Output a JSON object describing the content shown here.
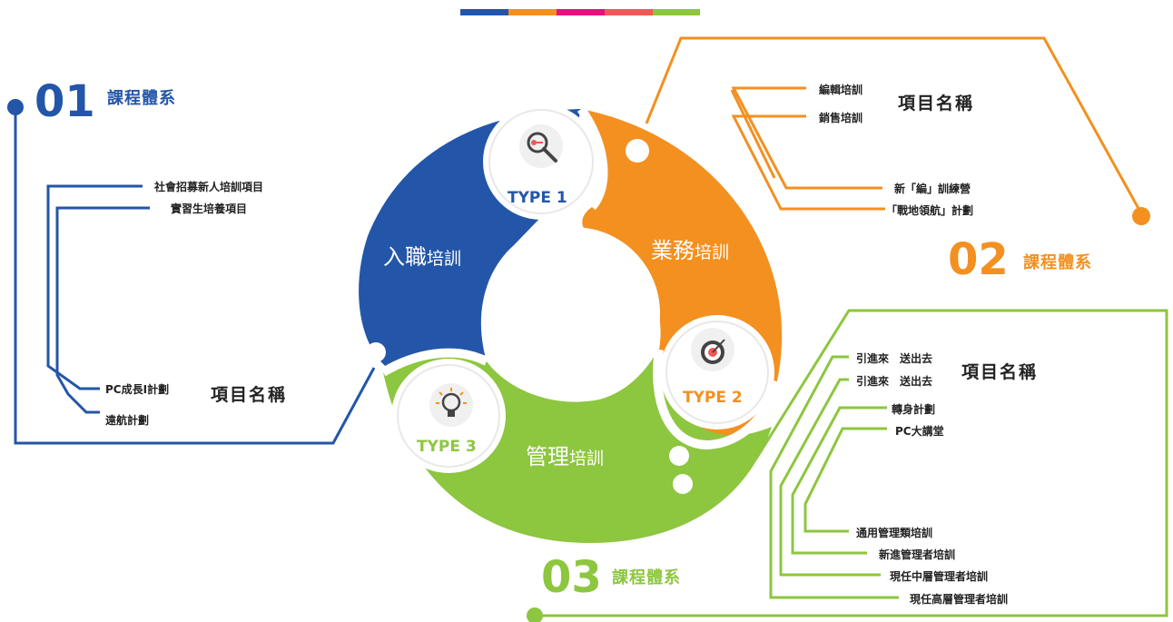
{
  "colors": {
    "blue": "#2356A8",
    "orange": "#F39020",
    "green": "#8DC63F",
    "magenta": "#E5127D",
    "red": "#EE5858",
    "grey": "#6d6d6d"
  },
  "sections": {
    "s01": {
      "number": "01",
      "title": "課程體系",
      "heading": "項目名稱",
      "items": [
        "社會招募新人培訓項目",
        "實習生培養項目",
        "PC成長I計劃",
        "遠航計劃"
      ]
    },
    "s02": {
      "number": "02",
      "title": "課程體系",
      "heading": "項目名稱",
      "items": [
        "編輯培訓",
        "銷售培訓",
        "新「編」訓練營",
        "「戰地領航」計劃"
      ]
    },
    "s03": {
      "number": "03",
      "title": "課程體系",
      "heading": "項目名稱",
      "items": [
        "引進來　送出去",
        "引進來　送出去",
        "轉身計劃",
        "PC大講堂",
        "通用管理類培訓",
        "新進管理者培訓",
        "現任中層管理者培訓",
        "現任高層管理者培訓"
      ]
    }
  },
  "ring": {
    "onboarding": {
      "big": "入職",
      "small": "培訓"
    },
    "business": {
      "big": "業務",
      "small": "培訓"
    },
    "management": {
      "big": "管理",
      "small": "培訓"
    },
    "type1": "TYPE 1",
    "type2": "TYPE 2",
    "type3": "TYPE 3",
    "icons": [
      "key-search-icon",
      "target-icon",
      "lightbulb-icon"
    ]
  }
}
